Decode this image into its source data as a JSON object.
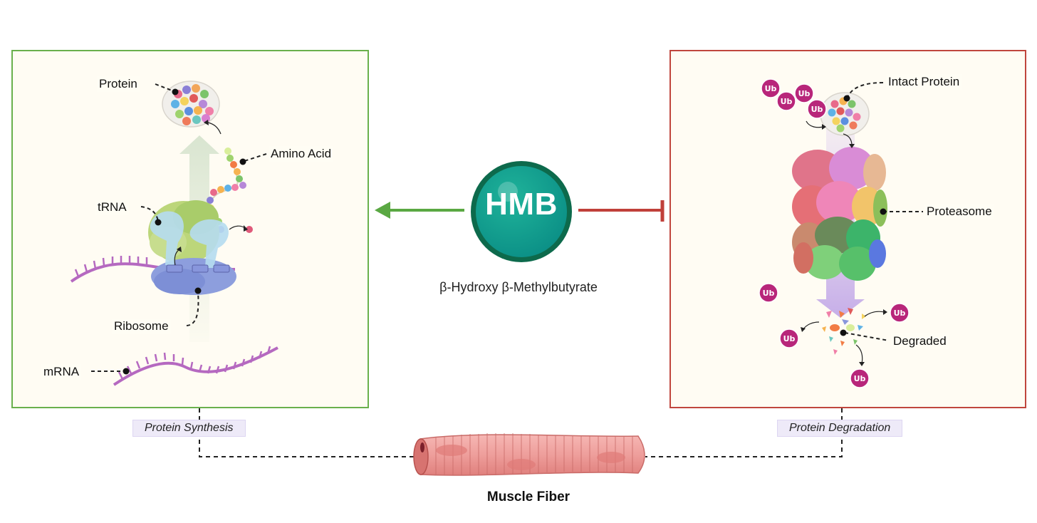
{
  "center": {
    "abbreviation": "HMB",
    "full_name": "β-Hydroxy β-Methylbutyrate",
    "colors": {
      "outer": "#0d6a4c",
      "inner": "#14a08a",
      "activate_arrow": "#5aa843",
      "inhibit_arrow": "#c0403a"
    }
  },
  "left_panel": {
    "caption": "Protein Synthesis",
    "border_color": "#6ab04c",
    "labels": {
      "protein": "Protein",
      "amino_acid": "Amino Acid",
      "trna": "tRNA",
      "ribosome": "Ribosome",
      "mrna": "mRNA"
    }
  },
  "right_panel": {
    "caption": "Protein Degradation",
    "border_color": "#c0463d",
    "labels": {
      "intact_protein": "Intact Protein",
      "proteasome": "Proteasome",
      "degraded": "Degraded"
    },
    "ubiquitin_tag": "Ub"
  },
  "bottom": {
    "muscle_label": "Muscle Fiber"
  }
}
